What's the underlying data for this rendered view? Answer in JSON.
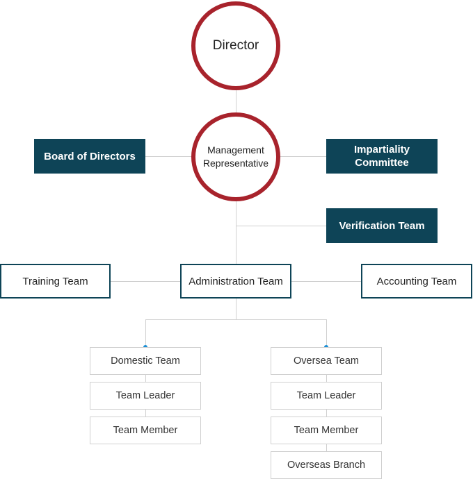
{
  "chart": {
    "director": "Director",
    "management_representative": "Management\nRepresentative",
    "board_of_directors": "Board of Directors",
    "impartiality_committee": "Impartiality\nCommittee",
    "verification_team": "Verification Team",
    "training_team": "Training Team",
    "administration_team": "Administration Team",
    "accounting_team": "Accounting Team",
    "domestic": {
      "title": "Domestic Team",
      "items": [
        "Team Leader",
        "Team Member"
      ]
    },
    "overseas": {
      "title": "Oversea Team",
      "items": [
        "Team Leader",
        "Team Member",
        "Overseas Branch"
      ]
    }
  },
  "colors": {
    "circle_border": "#a8232c",
    "dark_box": "#0e4457",
    "connector": "#d0d0d0",
    "branch_dot": "#1a8fd6"
  }
}
